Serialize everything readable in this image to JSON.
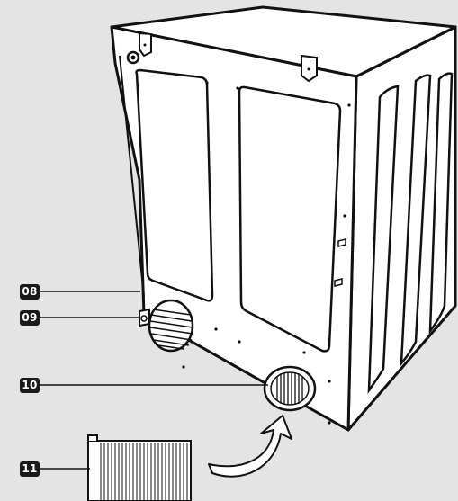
{
  "colors": {
    "background": "#e4e4e4",
    "panel": "#ffffff",
    "outline": "#111111",
    "callout_bg": "#1a1a1a",
    "callout_text": "#ffffff"
  },
  "callouts": [
    {
      "label": "08"
    },
    {
      "label": "09"
    },
    {
      "label": "10"
    },
    {
      "label": "11"
    }
  ]
}
